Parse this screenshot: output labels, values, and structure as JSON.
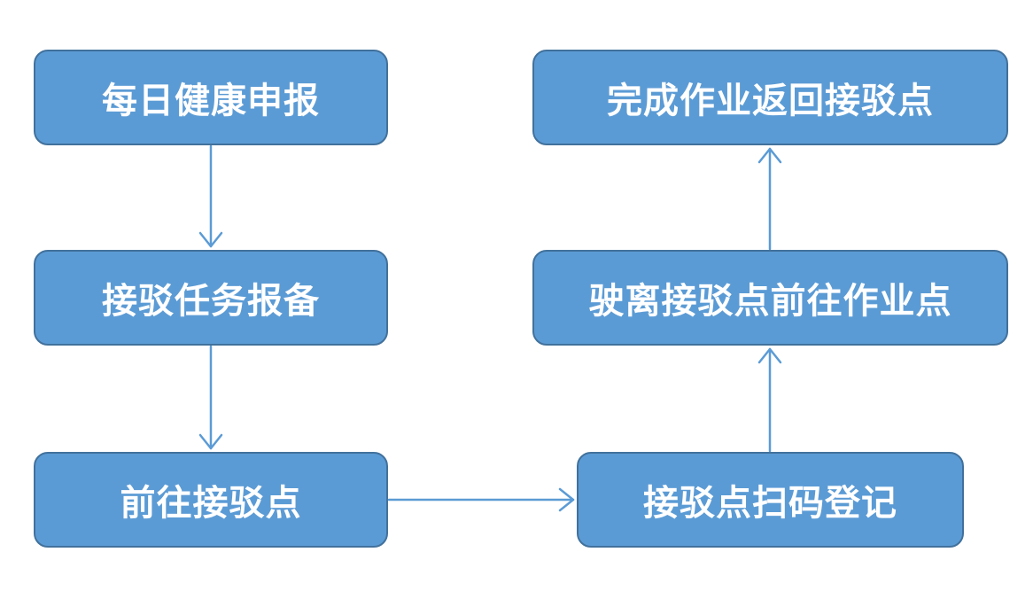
{
  "diagram": {
    "nodes": [
      {
        "id": "n1",
        "label": "每日健康申报"
      },
      {
        "id": "n2",
        "label": "接驳任务报备"
      },
      {
        "id": "n3",
        "label": "前往接驳点"
      },
      {
        "id": "n4",
        "label": "接驳点扫码登记"
      },
      {
        "id": "n5",
        "label": "驶离接驳点前往作业点"
      },
      {
        "id": "n6",
        "label": "完成作业返回接驳点"
      }
    ],
    "edges": [
      {
        "from": "n1",
        "to": "n2"
      },
      {
        "from": "n2",
        "to": "n3"
      },
      {
        "from": "n3",
        "to": "n4"
      },
      {
        "from": "n4",
        "to": "n5"
      },
      {
        "from": "n5",
        "to": "n6"
      }
    ],
    "colors": {
      "node_fill": "#5b9bd5",
      "node_border": "#41719c",
      "node_text": "#ffffff",
      "connector": "#5b9bd5"
    }
  }
}
